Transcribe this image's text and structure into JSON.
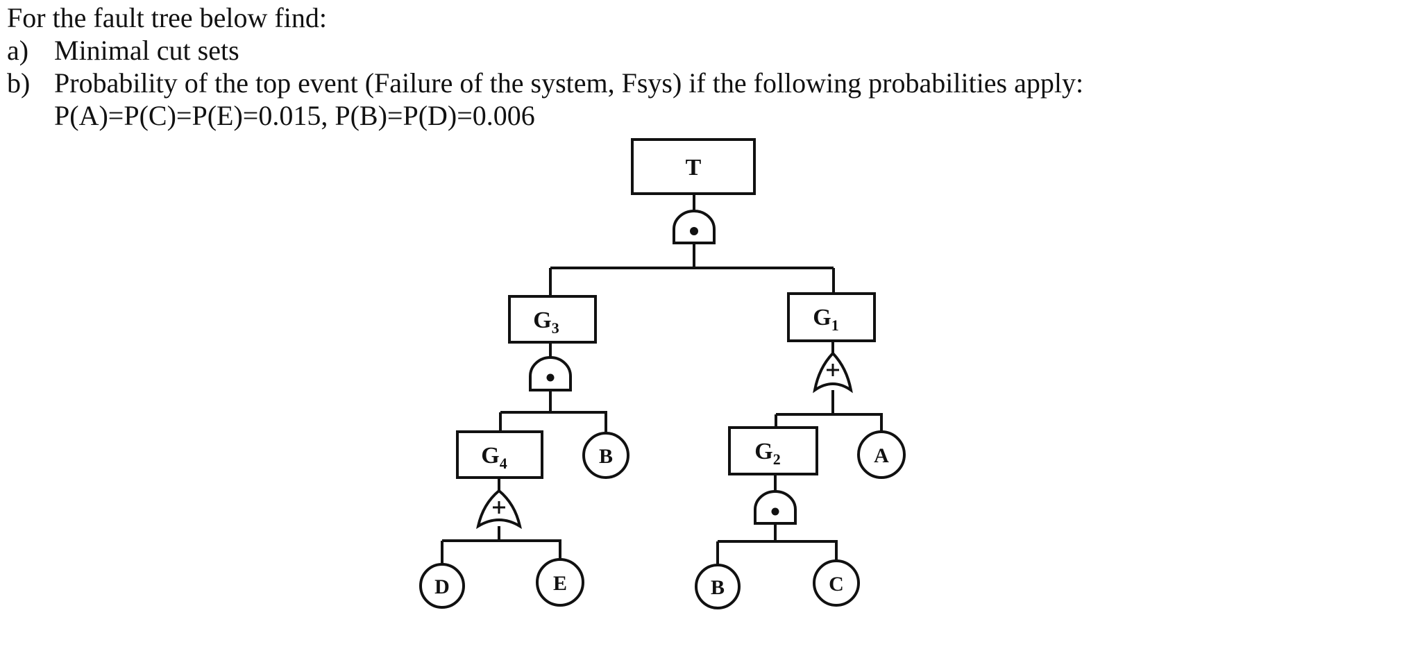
{
  "question": {
    "intro": "For the fault tree below find:",
    "items": [
      {
        "marker": "a)",
        "text": "Minimal cut sets"
      },
      {
        "marker": "b)",
        "text": "Probability of the top event (Failure of the system, Fsys) if the following probabilities apply:"
      }
    ],
    "probabilities": "P(A)=P(C)=P(E)=0.015, P(B)=P(D)=0.006"
  },
  "fault_tree": {
    "top_event": "T",
    "events": {
      "g3": {
        "label": "G",
        "sub": "3"
      },
      "g1": {
        "label": "G",
        "sub": "1"
      },
      "g4": {
        "label": "G",
        "sub": "4"
      },
      "g2": {
        "label": "G",
        "sub": "2"
      }
    },
    "basic_events": {
      "b_upper": "B",
      "a": "A",
      "d": "D",
      "e": "E",
      "b_lower": "B",
      "c": "C"
    },
    "gates": {
      "top": "and",
      "g3": "and",
      "g1": "or",
      "g4": "or",
      "g2": "and"
    }
  }
}
